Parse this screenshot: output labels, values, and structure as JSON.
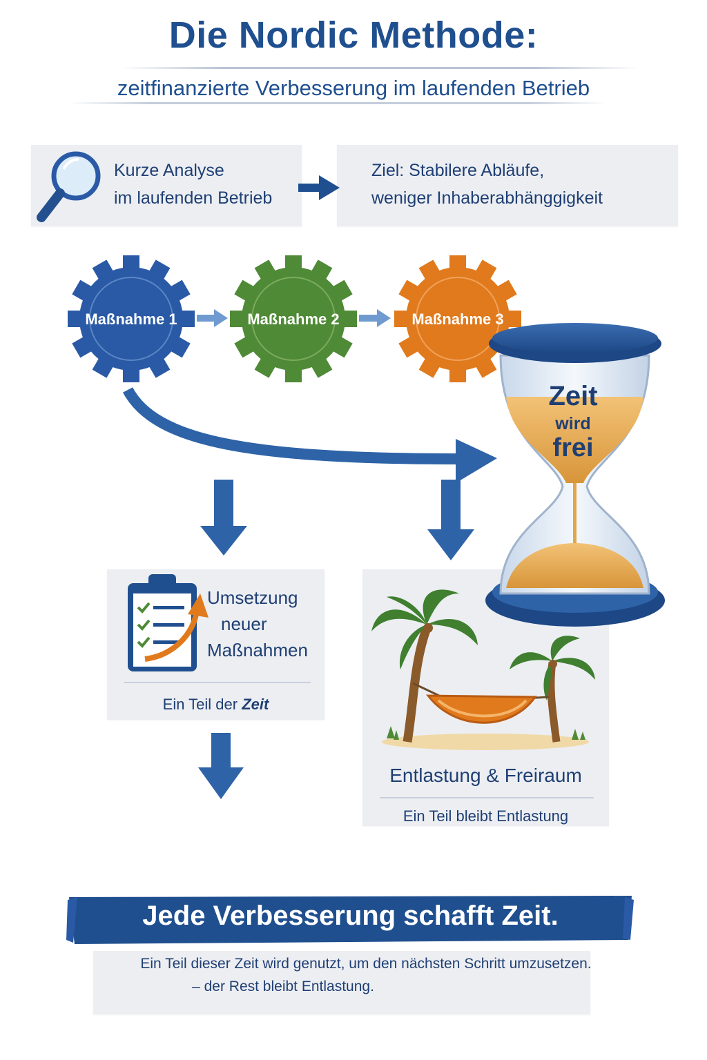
{
  "header": {
    "title": "Die Nordic Methode:",
    "subtitle": "zeitfinanzierte Verbesserung im laufenden Betrieb"
  },
  "analysis": {
    "line1": "Kurze Analyse",
    "line2": "im laufenden Betrieb",
    "icon": "magnifier-icon"
  },
  "goal": {
    "line1": "Ziel: Stabilere Abläufe,",
    "line2": "weniger Inhaberabhänggigkeit"
  },
  "steps": [
    {
      "label": "Maßnahme 1",
      "color": "#2a5aa6"
    },
    {
      "label": "Maßnahme 2",
      "color": "#4f8a36"
    },
    {
      "label": "Maßnahme 3",
      "color": "#e07a1c"
    }
  ],
  "hourglass": {
    "line1": "Zeit",
    "line2": "wird",
    "line3": "frei",
    "icon": "hourglass-icon"
  },
  "implementation": {
    "line1": "Umsetzung",
    "line2": "neuer",
    "line3": "Maßnahmen",
    "part_prefix": "Ein Teil der ",
    "part_bold": "Zeit",
    "icon": "clipboard-checklist-icon"
  },
  "relief": {
    "title": "Entlastung & Freiraum",
    "part": "Ein Teil bleibt Entlastung",
    "icon": "palm-hammock-icon"
  },
  "footer": {
    "banner": "Jede Verbesserung schafft Zeit.",
    "line1": "Ein Teil dieser Zeit wird genutzt, um den nächsten Schritt umzusetzen.",
    "line2": "– der Rest bleibt Entlastung."
  },
  "colors": {
    "navy": "#1f4f8f",
    "arrow_blue": "#2e63a8",
    "light_gray": "#eceef2",
    "sand": "#e3a54a"
  }
}
